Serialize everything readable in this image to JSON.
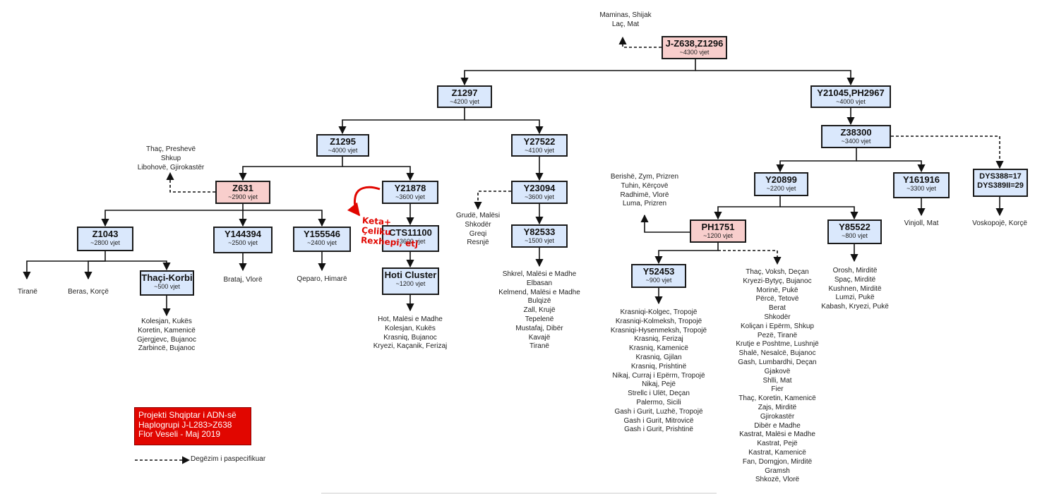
{
  "nodes": {
    "root": {
      "name": "J-Z638,Z1296",
      "age": "~4300 vjet"
    },
    "z1297": {
      "name": "Z1297",
      "age": "~4200 vjet"
    },
    "y21045": {
      "name": "Y21045,PH2967",
      "age": "~4000 vjet"
    },
    "z1295": {
      "name": "Z1295",
      "age": "~4000 vjet"
    },
    "y27522": {
      "name": "Y27522",
      "age": "~4100 vjet"
    },
    "z38300": {
      "name": "Z38300",
      "age": "~3400 vjet"
    },
    "z631": {
      "name": "Z631",
      "age": "~2900 vjet"
    },
    "y21878": {
      "name": "Y21878",
      "age": "~3600 vjet"
    },
    "y23094": {
      "name": "Y23094",
      "age": "~3600 vjet"
    },
    "y20899": {
      "name": "Y20899",
      "age": "~2200 vjet"
    },
    "y161916": {
      "name": "Y161916",
      "age": "~3300 vjet"
    },
    "dys": {
      "line1": "DYS388=17",
      "line2": "DYS389II=29"
    },
    "z1043": {
      "name": "Z1043",
      "age": "~2800 vjet"
    },
    "y144394": {
      "name": "Y144394",
      "age": "~2500 vjet"
    },
    "y155546": {
      "name": "Y155546",
      "age": "~2400 vjet"
    },
    "cts11100": {
      "name": "CTS11100",
      "age": "~3600 vjet"
    },
    "y82533": {
      "name": "Y82533",
      "age": "~1500 vjet"
    },
    "ph1751": {
      "name": "PH1751",
      "age": "~1200 vjet"
    },
    "y85522": {
      "name": "Y85522",
      "age": "~800 vjet"
    },
    "thaci": {
      "name": "Thaçi-Korbi",
      "age": "~500 vjet"
    },
    "hoti": {
      "name": "Hoti Cluster",
      "age": "~1200 vjet"
    },
    "y52453": {
      "name": "Y52453",
      "age": "~900 vjet"
    }
  },
  "labels": {
    "root_side": [
      "Maminas, Shijak",
      "Laç, Mat"
    ],
    "z631_side": [
      "Thaç, Preshevë",
      "Shkup",
      "Libohovë, Gjirokastër"
    ],
    "y23094_side": [
      "Grudë, Malësi",
      "Shkodër",
      "Greqi",
      "Resnjë"
    ],
    "ph1751_side": [
      "Berishë, Zym, Prizren",
      "Tuhin, Kërçovë",
      "Radhimë, Vlorë",
      "Luma, Prizren"
    ],
    "z1043_a": [
      "Tiranë"
    ],
    "z1043_b": [
      "Beras, Korçë"
    ],
    "thaci": [
      "Kolesjan, Kukës",
      "Koretin, Kamenicë",
      "Gjergjevc, Bujanoc",
      "Zarbincë, Bujanoc"
    ],
    "y144394": [
      "Brataj, Vlorë"
    ],
    "y155546": [
      "Qeparo, Himarë"
    ],
    "hoti": [
      "Hot, Malësi e Madhe",
      "Kolesjan, Kukës",
      "Krasniq, Bujanoc",
      "Kryezi, Kaçanik, Ferizaj"
    ],
    "y82533": [
      "Shkrel, Malësi e Madhe",
      "Elbasan",
      "Kelmend, Malësi e Madhe",
      "Bulqizë",
      "Zall, Krujë",
      "Tepelenë",
      "Mustafaj, Dibër",
      "Kavajë",
      "Tiranë"
    ],
    "y52453": [
      "Krasniqi-Kolgec, Tropojë",
      "Krasniqi-Kolmeksh, Tropojë",
      "Krasniqi-Hysenmeksh, Tropojë",
      "Krasniq, Ferizaj",
      "Krasniq, Kamenicë",
      "Krasniq, Gjilan",
      "Krasniq, Prishtinë",
      "Nikaj, Curraj i Epërm, Tropojë",
      "Nikaj, Pejë",
      "Strellc i Ulët, Deçan",
      "Palermo, Sicili",
      "Gash i Gurit, Luzhë, Tropojë",
      "Gash i Gurit, Mitrovicë",
      "Gash i Gurit, Prishtinë"
    ],
    "ph1751_dash": [
      "Thaç, Voksh, Deçan",
      "Kryezi-Bytyç, Bujanoc",
      "Morinë, Pukë",
      "Përcë, Tetovë",
      "Berat",
      "Shkodër",
      "Koliçan i Epërm, Shkup",
      "Pezë, Tiranë",
      "Krutje e Poshtme, Lushnjë",
      "Shalë, Nesalcë, Bujanoc",
      "Gash, Lumbardhi, Deçan",
      "Gjakovë",
      "Shlli, Mat",
      "Fier",
      "Thaç, Koretin, Kamenicë",
      "Zajs, Mirditë",
      "Gjirokastër",
      "Dibër e Madhe",
      "Kastrat, Malësi e Madhe",
      "Kastrat, Pejë",
      "Kastrat, Kamenicë",
      "Fan, Domgjon, Mirditë",
      "Gramsh",
      "Shkozë, Vlorë"
    ],
    "y85522": [
      "Orosh, Mirditë",
      "Spaç, Mirditë",
      "Kushnen, Mirditë",
      "Lumzi, Pukë",
      "Kabash, Kryezi, Pukë"
    ],
    "y161916": [
      "Vinjoll, Mat"
    ],
    "dys": [
      "Voskopojë, Korçë"
    ]
  },
  "annotation": [
    "Keta+",
    "Çeliku",
    "Rexhepi, etj"
  ],
  "credit": [
    "Projekti Shqiptar i ADN-së",
    "Haplogrupi J-L283>Z638",
    "Flor Veseli - Maj 2019"
  ],
  "legend": "Degëzim i paspecifikuar",
  "colors": {
    "blue_node": "#dae8fc",
    "pink_node": "#f8cecc",
    "border": "#1a1a1a",
    "annotation_red": "#e10600"
  }
}
